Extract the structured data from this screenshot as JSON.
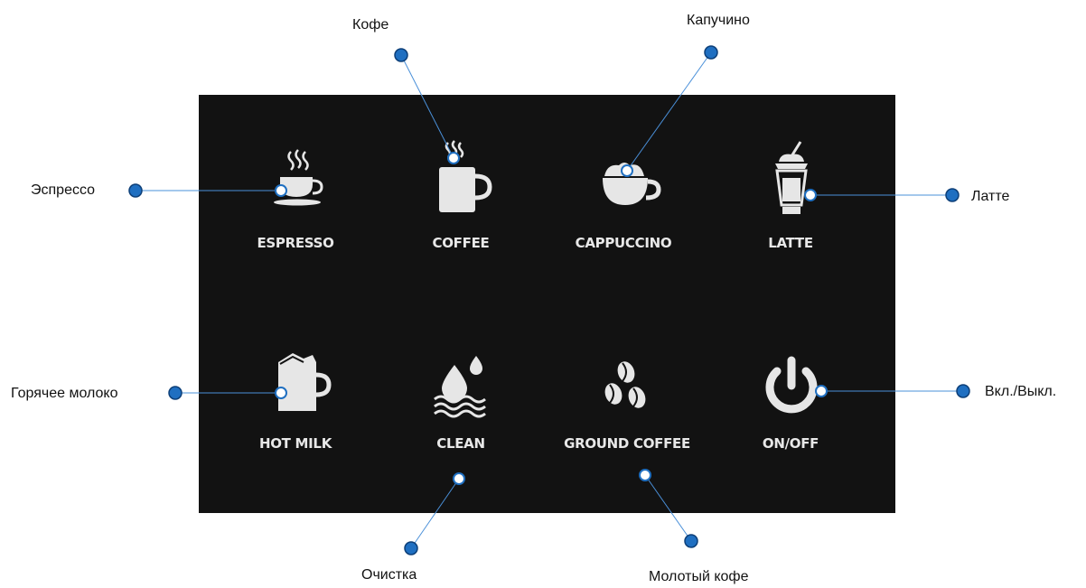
{
  "panel": {
    "background": "#121212",
    "buttons": [
      {
        "id": "espresso",
        "label": "ESPRESSO",
        "icon": "espresso-cup-icon"
      },
      {
        "id": "coffee",
        "label": "COFFEE",
        "icon": "coffee-mug-icon"
      },
      {
        "id": "cappuccino",
        "label": "CAPPUCCINO",
        "icon": "cappuccino-cup-icon"
      },
      {
        "id": "latte",
        "label": "LATTE",
        "icon": "latte-glass-icon"
      },
      {
        "id": "hot_milk",
        "label": "HOT MILK",
        "icon": "milk-jug-icon"
      },
      {
        "id": "clean",
        "label": "CLEAN",
        "icon": "water-drops-icon"
      },
      {
        "id": "ground_coffee",
        "label": "GROUND COFFEE",
        "icon": "coffee-beans-icon"
      },
      {
        "id": "on_off",
        "label": "ON/OFF",
        "icon": "power-icon"
      }
    ]
  },
  "callouts": {
    "espresso": "Эспрессо",
    "coffee": "Кофе",
    "cappuccino": "Капучино",
    "latte": "Латте",
    "hot_milk": "Горячее молоко",
    "clean": "Очистка",
    "ground_coffee": "Молотый кофе",
    "on_off": "Вкл./Выкл."
  },
  "colors": {
    "dot": "#1f6fc1",
    "dot_stroke": "#0d3f78",
    "leader": "#4a90d9",
    "icon": "#e6e6e6"
  }
}
